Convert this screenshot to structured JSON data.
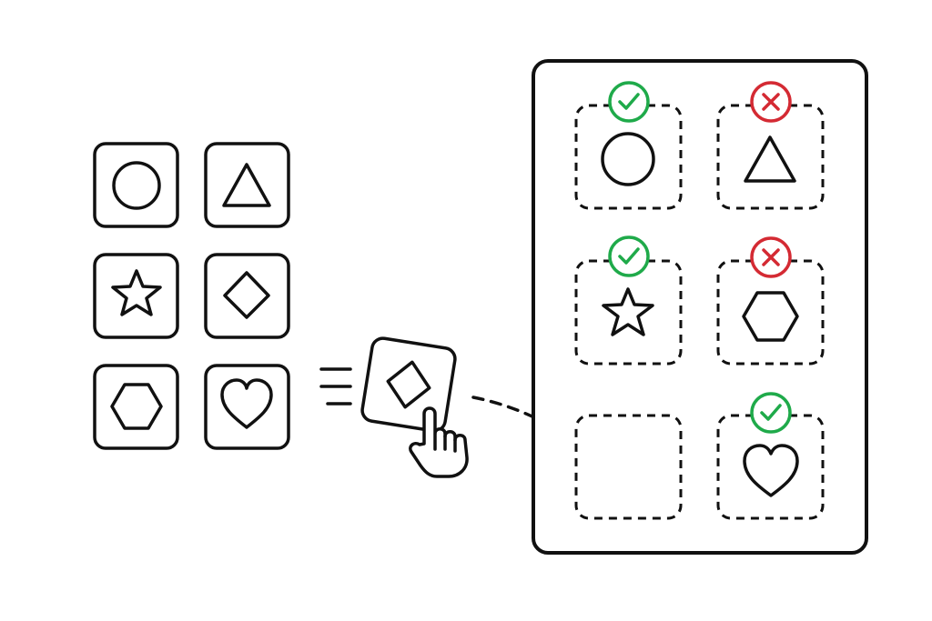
{
  "colors": {
    "ink": "#111111",
    "background": "#ffffff",
    "correct": "#1faa4a",
    "incorrect": "#d42a33"
  },
  "palette": {
    "tiles": [
      {
        "shape": "circle-icon"
      },
      {
        "shape": "triangle-icon"
      },
      {
        "shape": "star-icon"
      },
      {
        "shape": "diamond-icon"
      },
      {
        "shape": "hexagon-icon"
      },
      {
        "shape": "heart-icon"
      }
    ]
  },
  "dragged_tile": {
    "shape": "diamond-icon",
    "pointer": "hand-pointer-icon",
    "motion": "speed-lines-icon"
  },
  "drop_board": {
    "slots": [
      {
        "shape": "circle-icon",
        "status": "correct"
      },
      {
        "shape": "triangle-icon",
        "status": "incorrect"
      },
      {
        "shape": "star-icon",
        "status": "correct"
      },
      {
        "shape": "hexagon-icon",
        "status": "incorrect"
      },
      {
        "shape": "empty",
        "status": "none",
        "drop_target": true
      },
      {
        "shape": "heart-icon",
        "status": "correct"
      }
    ]
  }
}
